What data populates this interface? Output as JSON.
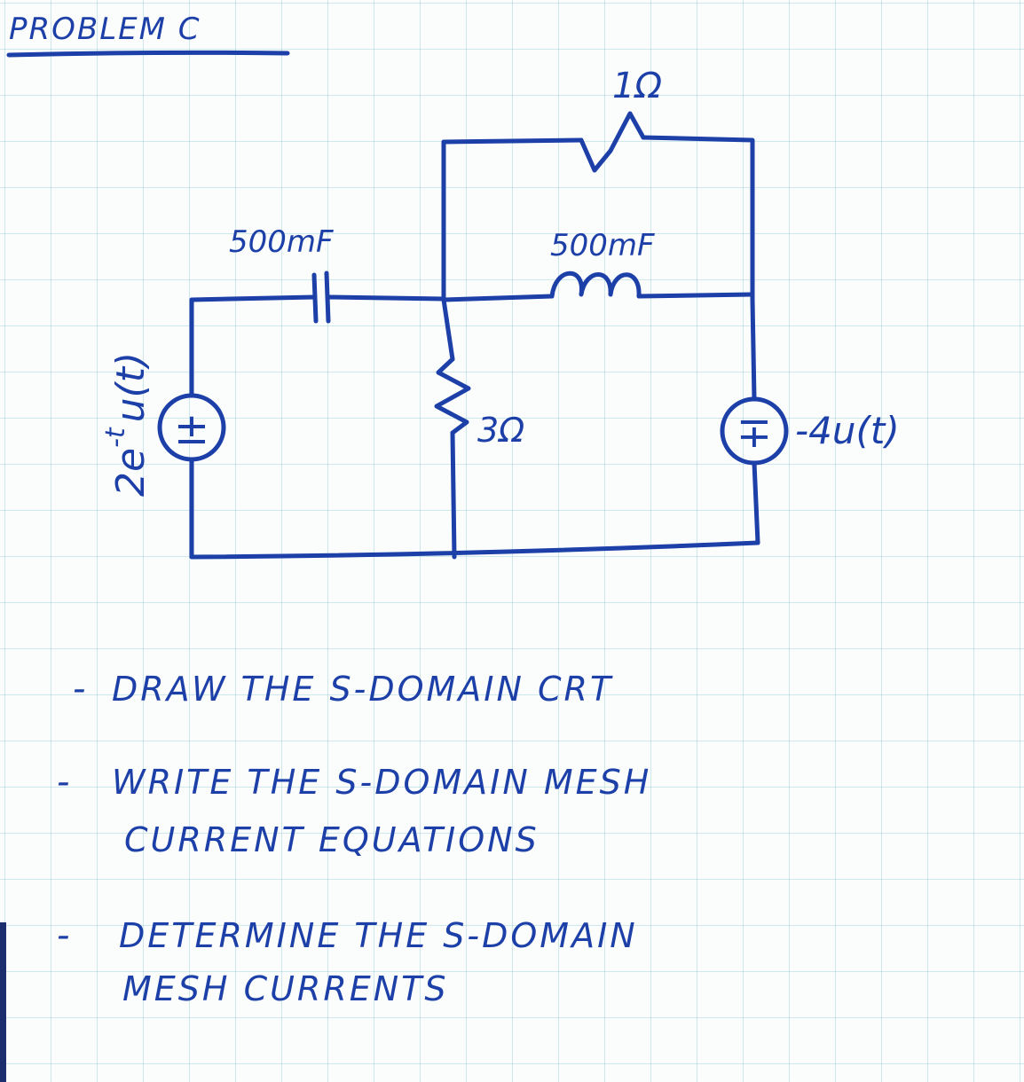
{
  "heading": "PROBLEM C",
  "circuit": {
    "left_source_value": "2e",
    "left_source_exponent": "-t",
    "left_source_step": "u(t)",
    "left_source_polarity": "±",
    "capacitor_label": "500mF",
    "inductor_label": "500mF",
    "top_resistor_label": "1Ω",
    "middle_resistor_label": "3Ω",
    "right_source_label": "-4u(t)",
    "right_source_polarity": "∓"
  },
  "tasks": [
    {
      "dash": "-",
      "lines": [
        "DRAW THE S-DOMAIN CRT"
      ]
    },
    {
      "dash": "-",
      "lines": [
        "WRITE THE S-DOMAIN MESH",
        "CURRENT EQUATIONS"
      ]
    },
    {
      "dash": "-",
      "lines": [
        "DETERMINE THE S-DOMAIN",
        "MESH CURRENTS"
      ]
    }
  ],
  "colors": {
    "ink": "#1c3fa8",
    "grid": "#96cdd7",
    "paper": "#fbfdfd"
  }
}
